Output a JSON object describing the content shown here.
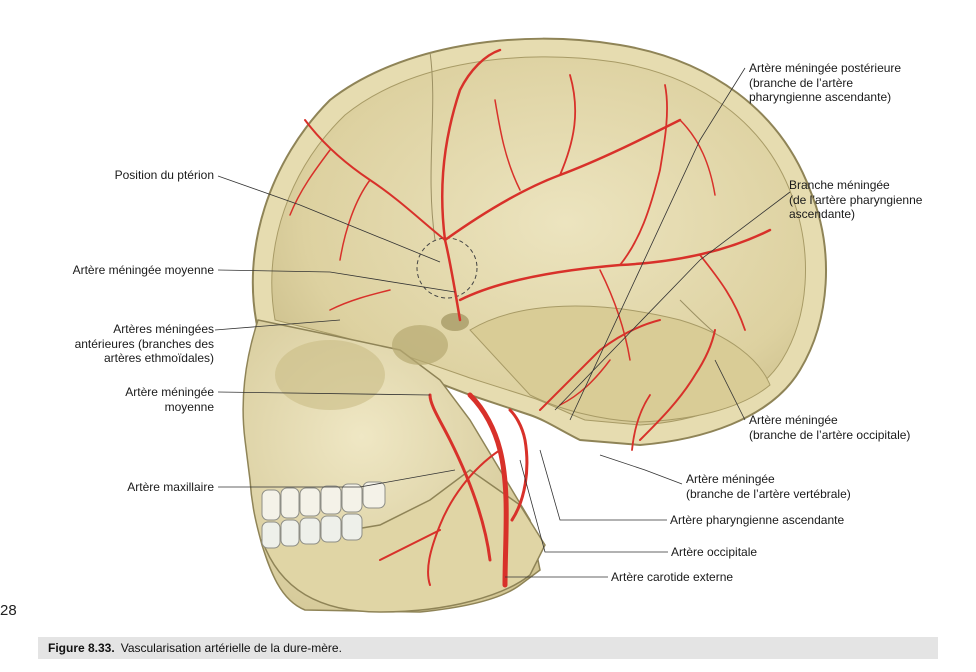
{
  "labels": {
    "pterion": "Position du ptérion",
    "middle_meningeal_1": "Artère méningée moyenne",
    "anterior_meningeal": [
      "Artères méningées",
      "antérieures (branches des",
      "artères ethmoïdales)"
    ],
    "middle_meningeal_2": [
      "Artère méningée",
      "moyenne"
    ],
    "maxillary": "Artère maxillaire",
    "posterior_meningeal": [
      "Artère méningée postérieure",
      "(branche de l’artère",
      "pharyngienne ascendante)"
    ],
    "meningeal_branch": [
      "Branche méningée",
      "(de l’artère pharyngienne",
      "ascendante)"
    ],
    "meningeal_occipital": [
      "Artère méningée",
      "(branche de l’artère occipitale)"
    ],
    "meningeal_vertebral": [
      "Artère méningée",
      "(branche de l’artère vertébrale)"
    ],
    "ascending_pharyngeal": "Artère pharyngienne ascendante",
    "occipital": "Artère occipitale",
    "external_carotid": "Artère carotide externe"
  },
  "page_number": "28",
  "caption": {
    "number": "Figure 8.33.",
    "text": "Vascularisation artérielle de la dure-mère."
  },
  "colors": {
    "bone": "#e8dfb4",
    "bone_shadow": "#c8bb84",
    "skull_interior": "#ddd2a2",
    "artery": "#d8312a",
    "leader_line": "#333333",
    "caption_bg": "#e4e4e4"
  }
}
